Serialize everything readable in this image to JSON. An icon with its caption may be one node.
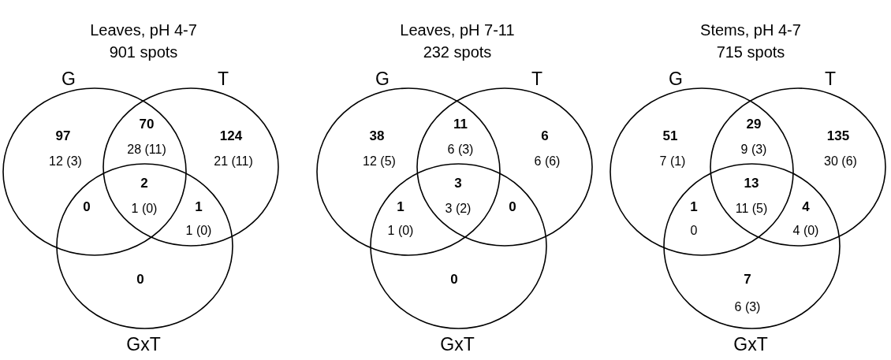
{
  "diagram": {
    "nodes": [
      {
        "text": [
          "G"
        ]
      },
      {
        "text": [
          "T"
        ]
      },
      {
        "text": [
          "GxT"
        ]
      },
      {
        "text": [
          "G"
        ]
      },
      {
        "text": [
          "T"
        ]
      },
      {
        "text": [
          "GxT"
        ]
      },
      {
        "text": [
          "G"
        ]
      },
      {
        "text": [
          "T"
        ]
      },
      {
        "text": [
          "GxT"
        ]
      }
    ],
    "labels": [
      "Leaves, pH 4-7 901 spots",
      "97",
      "12 (3)",
      "70",
      "28 (11)",
      "124",
      "21 (11)",
      "2",
      "1 (0)",
      "0",
      "1",
      "1 (0)",
      "0",
      "Leaves, pH 7-11 232 spots",
      "38",
      "12 (5)",
      "11",
      "6 (3)",
      "6",
      "6 (6)",
      "3",
      "3 (2)",
      "1",
      "1 (0)",
      "0",
      "0",
      "Stems, pH 4-7 715 spots",
      "51",
      "7 (1)",
      "29",
      "9 (3)",
      "135",
      "30 (6)",
      "13",
      "11 (5)",
      "1",
      "0",
      "4",
      "4 (0)",
      "7",
      "6 (3)"
    ]
  }
}
